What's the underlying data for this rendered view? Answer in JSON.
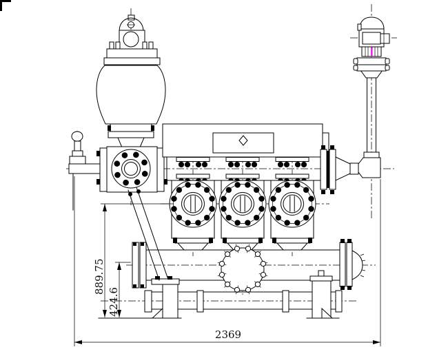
{
  "drawing": {
    "dimensions": {
      "cylinder_centerline_height": "889.75",
      "suction_centerline_height": "424.6",
      "overall_width": "2369"
    },
    "colors": {
      "line": "#000000",
      "background": "#ffffff",
      "accent_magenta": "#ee22ee"
    }
  }
}
